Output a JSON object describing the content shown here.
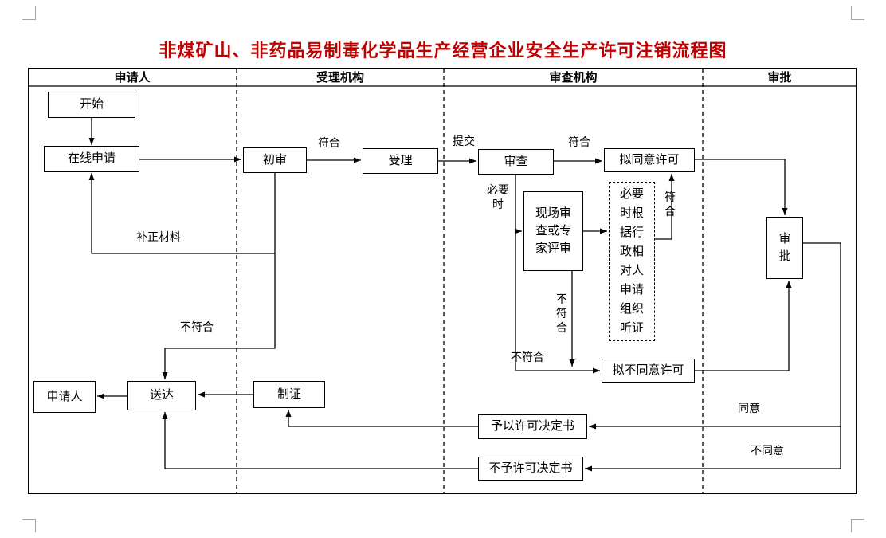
{
  "page": {
    "title": "非煤矿山、非药品易制毒化学品生产经营企业安全生产许可注销流程图"
  },
  "lanes": {
    "applicant": "申请人",
    "acceptor": "受理机构",
    "reviewer": "审查机构",
    "approver": "审批"
  },
  "nodes": {
    "start": "开始",
    "online_apply": "在线申请",
    "initial_review": "初审",
    "accept": "受理",
    "examine": "审查",
    "proposed_approve": "拟同意许可",
    "site_review": "现场审查或专家评审",
    "hearing": "必要时根据行政相对人申请组织听证",
    "approval": "审批",
    "proposed_disapprove": "拟不同意许可",
    "grant_decision": "予以许可决定书",
    "deny_decision": "不予许可决定书",
    "make_cert": "制证",
    "deliver": "送达",
    "applicant_end": "申请人"
  },
  "edge_labels": {
    "conform_1": "符合",
    "submit": "提交",
    "conform_2": "符合",
    "when_necessary": "必要时",
    "conform_3": "符合",
    "not_conform_vertical": "不符合",
    "not_conform_bottom": "不符合",
    "not_conform_initial": "不符合",
    "supplement_materials": "补正材料",
    "agree": "同意",
    "disagree": "不同意"
  }
}
